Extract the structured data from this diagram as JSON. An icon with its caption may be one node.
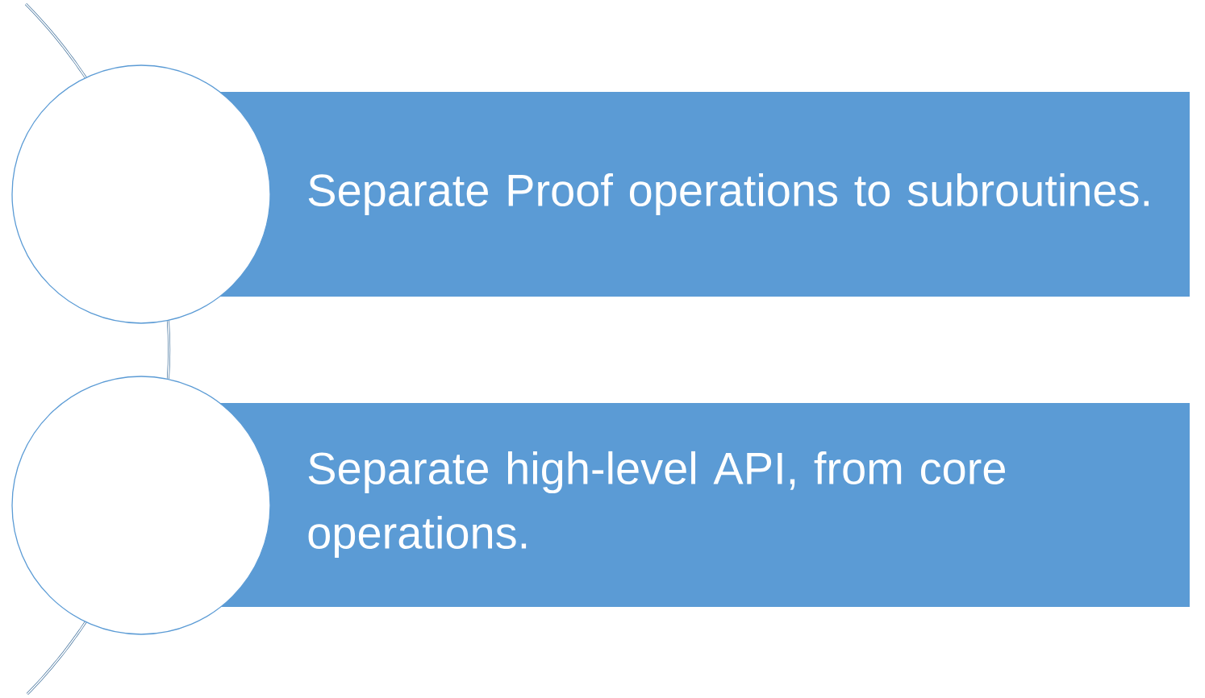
{
  "diagram": {
    "nodes": [
      {
        "text": [],
        "shape": "circle"
      },
      {
        "text": [
          "Separate Proof operations to subroutines."
        ]
      },
      {
        "text": [],
        "shape": "circle"
      },
      {
        "text": [
          "Separate high-level API, from core operations."
        ]
      }
    ],
    "edges": [
      {
        "from": 0,
        "to": 2,
        "arrow": "none"
      }
    ]
  }
}
